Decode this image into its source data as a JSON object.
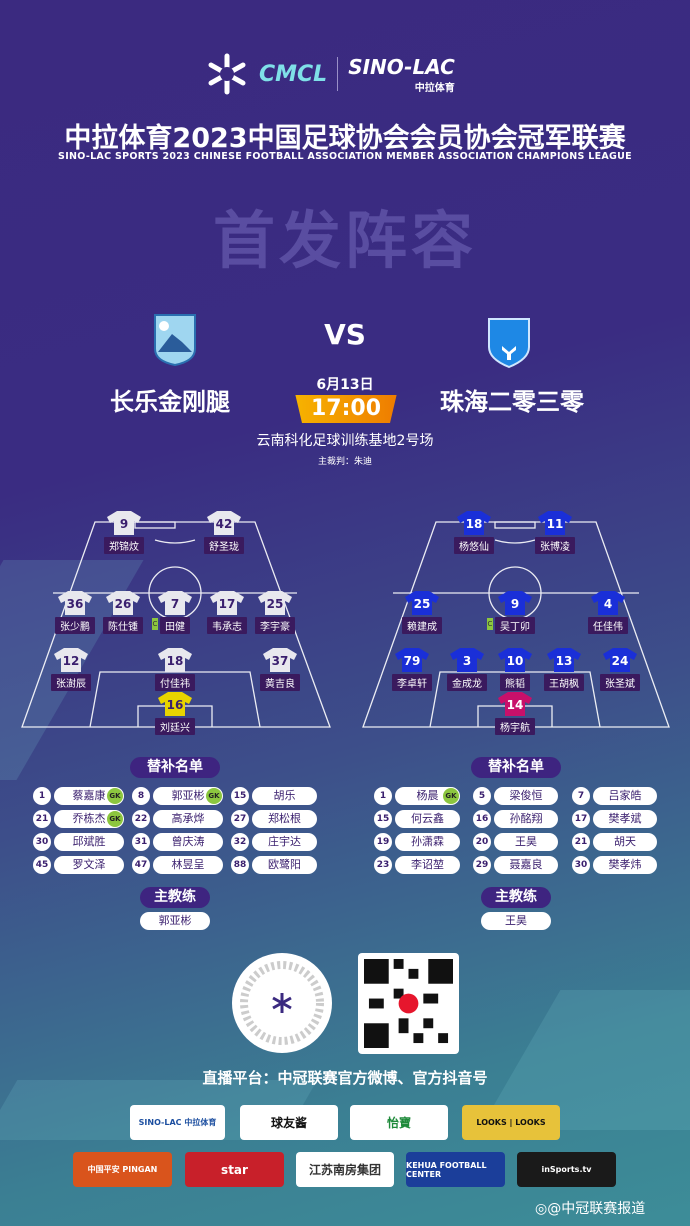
{
  "header": {
    "cmcl_logo": "CMCL",
    "sino_logo": "SINO-LAC",
    "sino_sub": "中拉体育",
    "title": "中拉体育2023中国足球协会会员协会冠军联赛",
    "subtitle": "SINO-LAC SPORTS 2023 CHINESE FOOTBALL ASSOCIATION MEMBER ASSOCIATION CHAMPIONS LEAGUE",
    "section": "首发阵容"
  },
  "match": {
    "home": "长乐金刚腿",
    "away": "珠海二零三零",
    "vs": "VS",
    "date": "6月13日",
    "time": "17:00",
    "venue": "云南科化足球训练基地2号场",
    "referee": "主裁判：朱迪"
  },
  "colors": {
    "home_shirt": "#e8e8ee",
    "home_gk": "#e8d400",
    "away_shirt": "#1a2fd8",
    "away_gk": "#c8106a",
    "label_bg": "#3a1a5e",
    "accent": "#f2a000"
  },
  "home_lineup": [
    {
      "num": "9",
      "name": "郑锦炆"
    },
    {
      "num": "42",
      "name": "舒圣珑"
    },
    {
      "num": "36",
      "name": "张少鹏"
    },
    {
      "num": "26",
      "name": "陈仕锺"
    },
    {
      "num": "7",
      "name": "田健",
      "captain": true
    },
    {
      "num": "17",
      "name": "韦承志"
    },
    {
      "num": "25",
      "name": "李宇豪"
    },
    {
      "num": "12",
      "name": "张澍辰"
    },
    {
      "num": "18",
      "name": "付佳祎"
    },
    {
      "num": "37",
      "name": "黄吉良"
    },
    {
      "num": "16",
      "name": "刘廷兴",
      "gk": true
    }
  ],
  "away_lineup": [
    {
      "num": "18",
      "name": "杨悠仙"
    },
    {
      "num": "11",
      "name": "张博凌"
    },
    {
      "num": "25",
      "name": "赖建成"
    },
    {
      "num": "9",
      "name": "吴丁卯",
      "captain": true
    },
    {
      "num": "4",
      "name": "任佳伟"
    },
    {
      "num": "79",
      "name": "李卓轩"
    },
    {
      "num": "3",
      "name": "金成龙"
    },
    {
      "num": "10",
      "name": "熊韬"
    },
    {
      "num": "13",
      "name": "王胡枫"
    },
    {
      "num": "24",
      "name": "张圣斌"
    },
    {
      "num": "14",
      "name": "杨宇航",
      "gk": true
    }
  ],
  "captain_mark": "C",
  "gk_mark": "GK",
  "subs_title": "替补名单",
  "coach_title": "主教练",
  "home_subs": [
    {
      "num": "1",
      "name": "蔡嘉康",
      "gk": true
    },
    {
      "num": "8",
      "name": "郭亚彬",
      "gk": true
    },
    {
      "num": "15",
      "name": "胡乐"
    },
    {
      "num": "21",
      "name": "乔栋杰",
      "gk": true
    },
    {
      "num": "22",
      "name": "高承烨"
    },
    {
      "num": "27",
      "name": "郑松根"
    },
    {
      "num": "30",
      "name": "邱斌胜"
    },
    {
      "num": "31",
      "name": "曾庆涛"
    },
    {
      "num": "32",
      "name": "庄宇达"
    },
    {
      "num": "45",
      "name": "罗文泽"
    },
    {
      "num": "47",
      "name": "林昱呈"
    },
    {
      "num": "88",
      "name": "欧鹭阳"
    }
  ],
  "away_subs": [
    {
      "num": "1",
      "name": "杨晨",
      "gk": true
    },
    {
      "num": "5",
      "name": "梁俊恒"
    },
    {
      "num": "7",
      "name": "吕家皓"
    },
    {
      "num": "15",
      "name": "何云鑫"
    },
    {
      "num": "16",
      "name": "孙酩翔"
    },
    {
      "num": "17",
      "name": "樊孝斌"
    },
    {
      "num": "19",
      "name": "孙潇霖"
    },
    {
      "num": "20",
      "name": "王昊"
    },
    {
      "num": "21",
      "name": "胡天"
    },
    {
      "num": "23",
      "name": "李诏堃"
    },
    {
      "num": "29",
      "name": "聂嘉良"
    },
    {
      "num": "30",
      "name": "樊孝炜"
    }
  ],
  "home_coach": "郭亚彬",
  "away_coach": "王昊",
  "broadcast": "直播平台：中冠联赛官方微博、官方抖音号",
  "sponsors": [
    "SINO-LAC 中拉体育",
    "球友酱",
    "怡寶",
    "LOOKS | LOOKS",
    "中国平安 PINGAN",
    "star",
    "江苏南房集团",
    "KEHUA FOOTBALL CENTER",
    "inSports.tv"
  ],
  "watermark": "@中冠联赛报道"
}
